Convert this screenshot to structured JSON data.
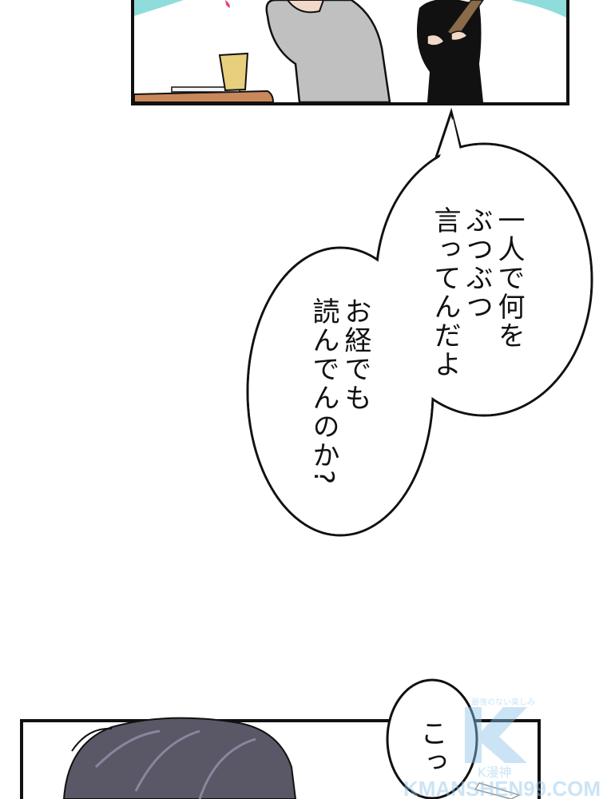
{
  "bubbles": [
    {
      "lines": [
        "一人で何を",
        "ぶつぶつ",
        "言ってんだよ"
      ]
    },
    {
      "lines": [
        "お経でも",
        "読んでんのか?"
      ]
    },
    {
      "lines": [
        "こっ"
      ]
    }
  ],
  "watermark": {
    "tagline": "最強のない楽しみ",
    "name": "K漫神",
    "site": "KMANSHEN99.COM"
  },
  "colors": {
    "sky": "#8fdcdc",
    "table": "#c9885a",
    "cup": "#e8cf7e",
    "sweater": "#c0c0c0",
    "hair": "#5a5866"
  }
}
